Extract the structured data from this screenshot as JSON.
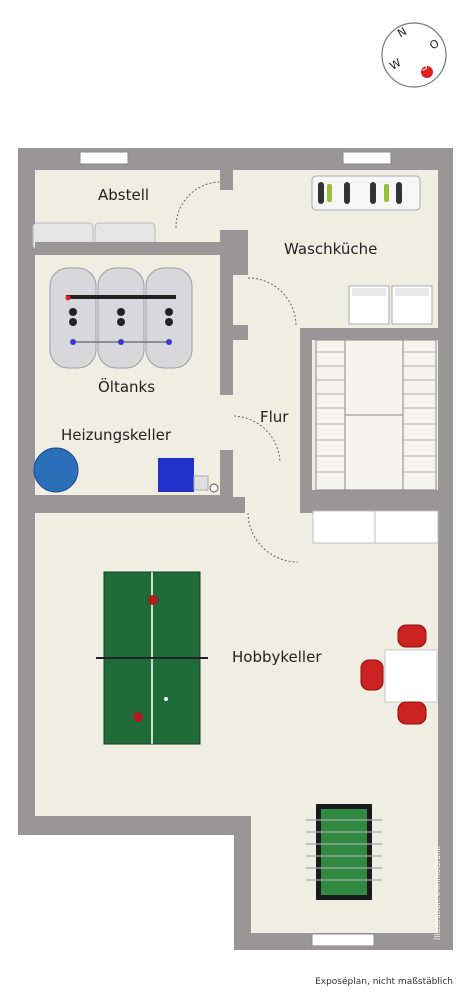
{
  "rooms": {
    "abstell": "Abstell",
    "waschkueche": "Waschküche",
    "oeltanks": "Öltanks",
    "flur": "Flur",
    "heizungskeller": "Heizungskeller",
    "hobbykeller": "Hobbykeller"
  },
  "compass": {
    "north": "N",
    "east": "O",
    "south": "S",
    "west": "W"
  },
  "caption": "Exposéplan, nicht maßstäblich",
  "credit": "Illustration:©immoGrafik",
  "colors": {
    "wall": "#9a9597",
    "floor": "#f0ede2",
    "table_green": "#1f6b3a",
    "chair_red": "#cc2222",
    "heater_blue": "#2233cc",
    "tank_blue": "#2a6fb8",
    "accent_red": "#e02020"
  }
}
